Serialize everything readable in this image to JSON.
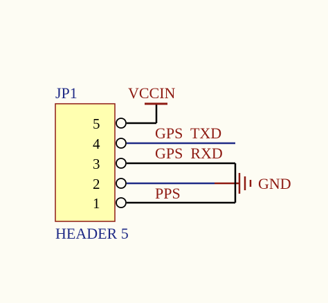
{
  "component": {
    "designator": "JP1",
    "name": "HEADER 5",
    "pins": [
      "5",
      "4",
      "3",
      "2",
      "1"
    ]
  },
  "nets": {
    "power": "VCCIN",
    "tx": "GPS  TXD",
    "rx": "GPS  RXD",
    "pps": "PPS",
    "ground": "GND"
  },
  "colors": {
    "background": "#fdfcf3",
    "component_fill": "#ffffb0",
    "component_border": "#8e1a12",
    "designator_text": "#1f2a86",
    "net_label_text": "#8e1a12",
    "wire": "#1f2a86",
    "power_symbol": "#8e1a12",
    "connection": "#000000"
  }
}
